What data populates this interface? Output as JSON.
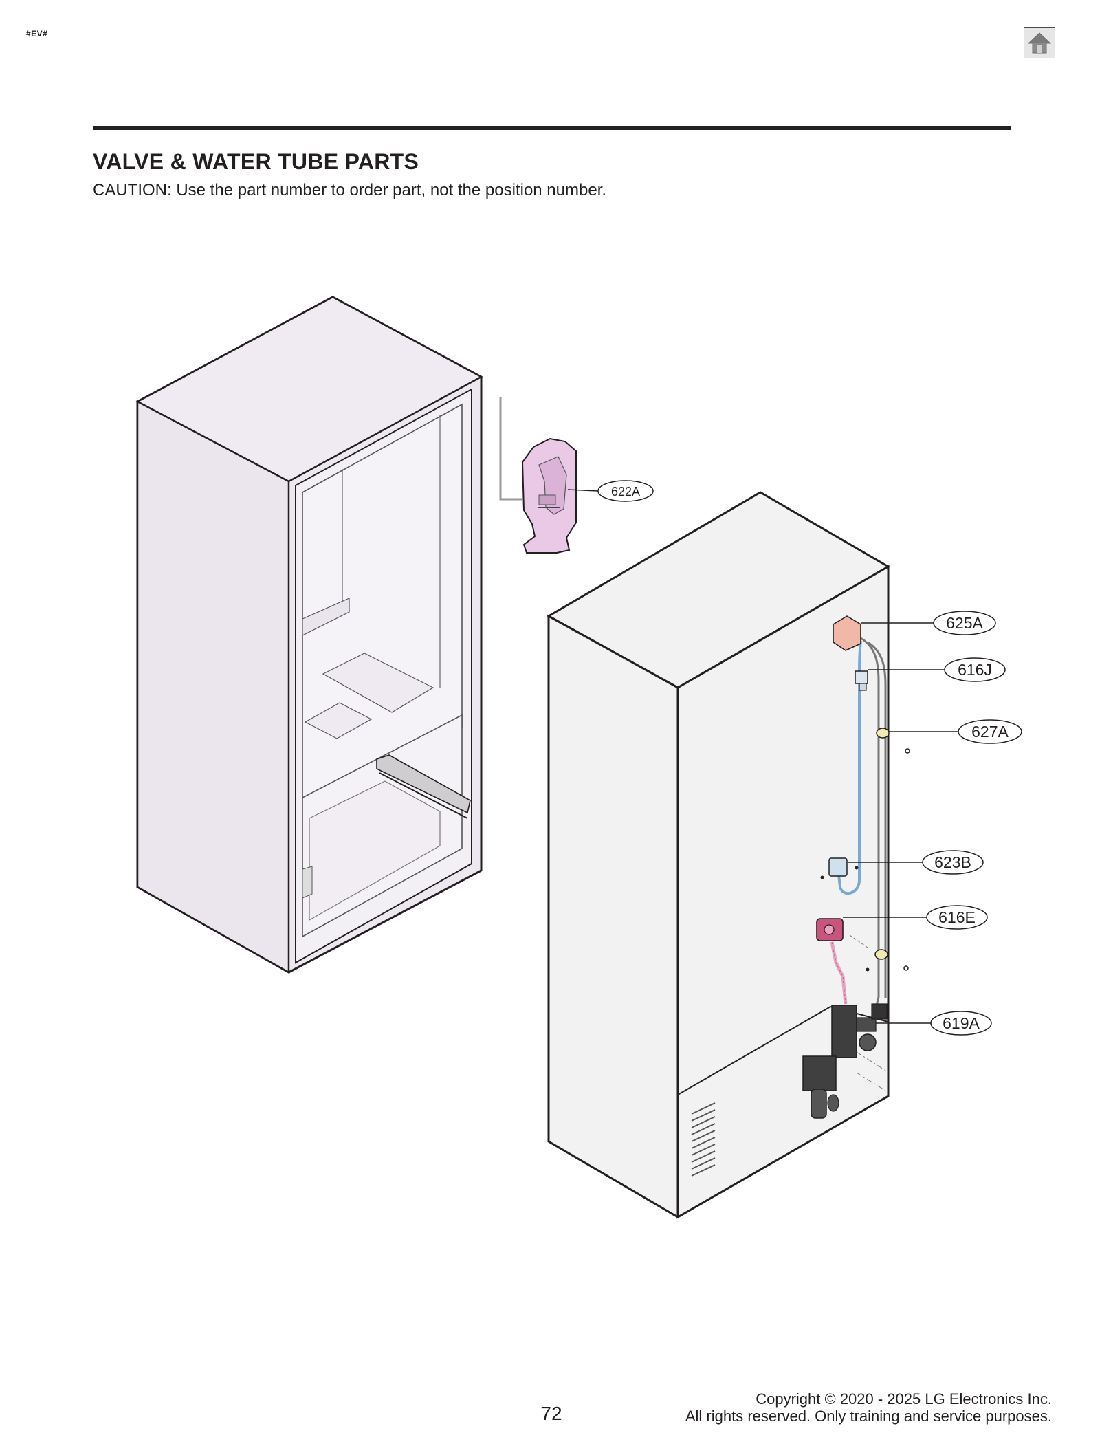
{
  "header": {
    "doc_code": "#EV#",
    "home_icon": "home-icon",
    "title": "VALVE & WATER TUBE PARTS",
    "caution": "CAUTION: Use the part number to order part, not the position number."
  },
  "diagram": {
    "callouts": [
      {
        "id": "622A",
        "label": "622A"
      },
      {
        "id": "625A",
        "label": "625A"
      },
      {
        "id": "616J",
        "label": "616J"
      },
      {
        "id": "627A",
        "label": "627A"
      },
      {
        "id": "623B",
        "label": "623B"
      },
      {
        "id": "616E",
        "label": "616E"
      },
      {
        "id": "619A",
        "label": "619A"
      }
    ]
  },
  "footer": {
    "page_number": "72",
    "copyright_line1": "Copyright © 2020 - 2025 LG Electronics Inc.",
    "copyright_line2": "All rights reserved. Only training and service purposes."
  },
  "colors": {
    "ink": "#231f20",
    "cabinet_fill": "#f2f2f2",
    "interior_fill": "#ede8ef",
    "part_pink": "#e9c9e6",
    "part_salmon": "#f1b8a7",
    "part_magenta": "#c9557e",
    "tube_blue": "#7aa9d8"
  }
}
